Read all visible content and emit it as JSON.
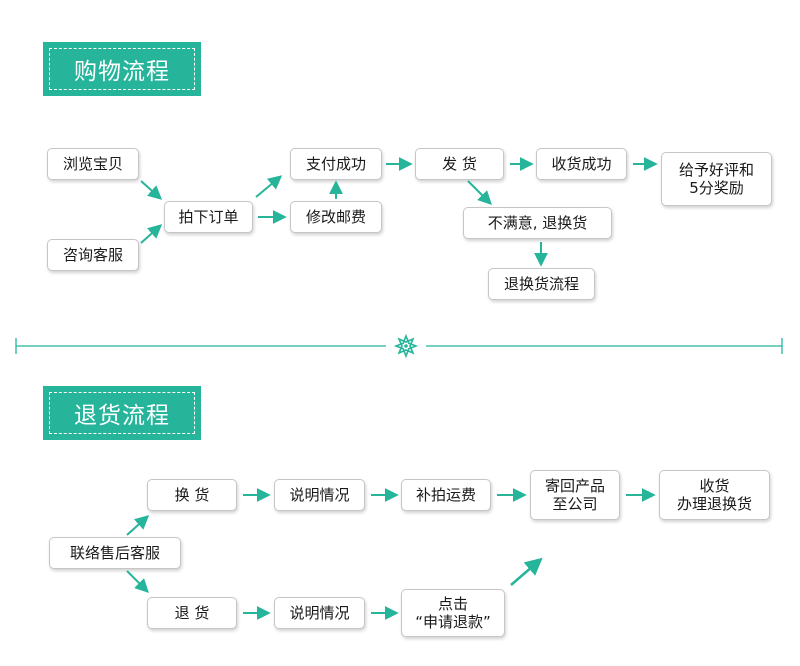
{
  "colors": {
    "accent": "#26b49b"
  },
  "section1": {
    "title": "购物流程",
    "boxes": {
      "browse": "浏览宝贝",
      "consult": "咨询客服",
      "place_order": "拍下订单",
      "pay_success": "支付成功",
      "modify_shipping": "修改邮费",
      "ship": "发  货",
      "dissatisfied": "不满意, 退换货",
      "return_flow": "退换货流程",
      "receive_success": "收货成功",
      "review": "给予好评和\n5分奖励"
    }
  },
  "divider": {
    "icon": "flower-ornament-icon"
  },
  "section2": {
    "title": "退货流程",
    "boxes": {
      "contact": "联络售后客服",
      "exchange": "换  货",
      "explain1": "说明情况",
      "pay_freight": "补拍运费",
      "send_back": "寄回产品\n至公司",
      "receive": "收货\n办理退换货",
      "return": "退  货",
      "explain2": "说明情况",
      "request_refund": "点击\n“申请退款”"
    }
  }
}
